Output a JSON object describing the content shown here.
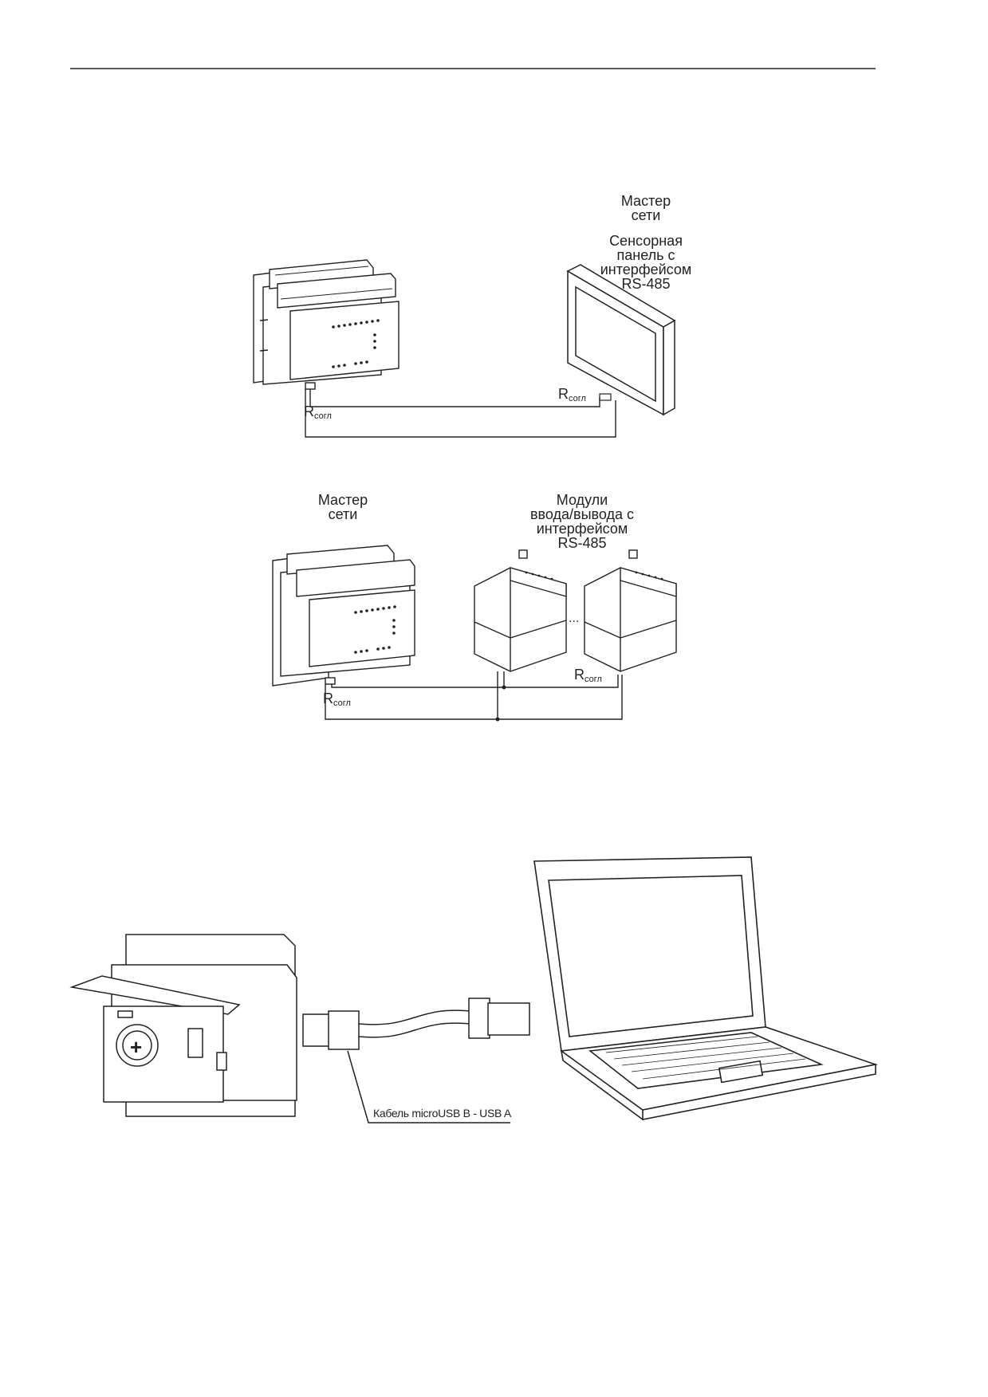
{
  "figure1": {
    "panel_master": [
      "Мастер",
      "сети"
    ],
    "panel_desc": [
      "Сенсорная",
      "панель с",
      "интерфейсом",
      "RS-485"
    ],
    "r_left": {
      "main": "R",
      "sub": "согл"
    },
    "r_right": {
      "main": "R",
      "sub": "согл"
    }
  },
  "figure2": {
    "master": [
      "Мастер",
      "сети"
    ],
    "modules": [
      "Модули",
      "ввода/вывода с",
      "интерфейсом",
      "RS-485"
    ],
    "ellipsis": "...",
    "r_left": {
      "main": "R",
      "sub": "согл"
    },
    "r_right": {
      "main": "R",
      "sub": "согл"
    }
  },
  "figure3": {
    "cable_label": "Кабель microUSB B - USB A",
    "battery_symbol": "+"
  }
}
